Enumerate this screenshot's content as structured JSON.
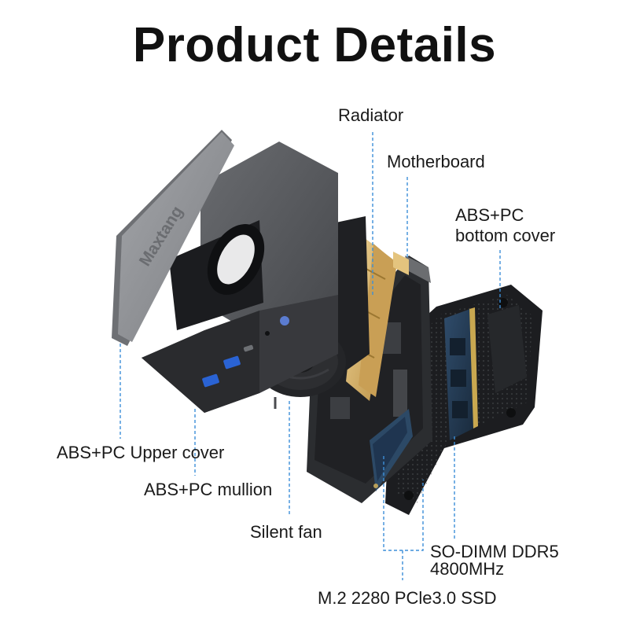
{
  "header": {
    "title": "Product Details"
  },
  "device": {
    "brand_text": "Maxtang"
  },
  "labels": {
    "radiator": "Radiator",
    "motherboard": "Motherboard",
    "bottom_cover_line1": "ABS+PC",
    "bottom_cover_line2": "bottom cover",
    "upper_cover": "ABS+PC Upper cover",
    "mullion": "ABS+PC mullion",
    "fan": "Silent fan",
    "ram_line1": "SO-DIMM DDR5",
    "ram_line2": "4800MHz",
    "ssd": "M.2 2280 PCle3.0 SSD"
  },
  "colors": {
    "leader_line": "#3d8fd8",
    "chassis": "#3a3c40",
    "lid": "#8e9094",
    "heatsink_gold": "#d8b36a",
    "pcb": "#2b2d30",
    "bottom_cover": "#1c1d20"
  }
}
